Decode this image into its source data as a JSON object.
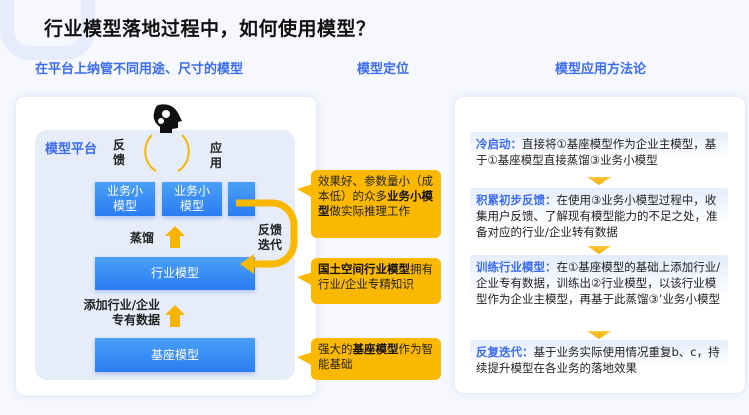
{
  "title": "行业模型落地过程中，如何使用模型？",
  "subheads": [
    "在平台上纳管不同用途、尺寸的模型",
    "模型定位",
    "模型应用方法论"
  ],
  "platform": {
    "label": "模型平台",
    "feedback": "反馈",
    "apply": "应用",
    "small_models": [
      "业务小模型",
      "业务小模型"
    ],
    "distill": "蒸馏",
    "industry_model": "行业模型",
    "add_data": "添加行业/企业专有数据",
    "base_model": "基座模型",
    "iterate": "反馈迭代"
  },
  "callouts": [
    {
      "pre": "效果好、参数量小（成本低）的众多",
      "bold": "业务小模型",
      "post": "做实际推理工作"
    },
    {
      "pre": "",
      "bold": "国土空间行业模型",
      "post": "拥有行业/企业专精知识"
    },
    {
      "pre": "强大的",
      "bold": "基座模型",
      "post": "作为智能基础"
    }
  ],
  "steps": [
    {
      "head": "冷启动：",
      "text": "直接将①基座模型作为企业主模型，基于①基座模型直接蒸馏③业务小模型"
    },
    {
      "head": "积累初步反馈：",
      "text": "在使用③业务小模型过程中，收集用户反馈、了解现有模型能力的不足之处，准备对应的行业/企业转有数据"
    },
    {
      "head": "训练行业模型：",
      "text": "在①基座模型的基础上添加行业/企业专有数据，训练出②行业模型，以该行业模型作为企业主模型，再基于此蒸馏③’业务小模型"
    },
    {
      "head": "反复迭代：",
      "text": "基于业务实际使用情况重复b、c，持续提升模型在各业务的落地效果"
    }
  ],
  "colors": {
    "accent": "#3c6cf0",
    "yellow": "#fbb800",
    "box": "#2c7cf2"
  }
}
